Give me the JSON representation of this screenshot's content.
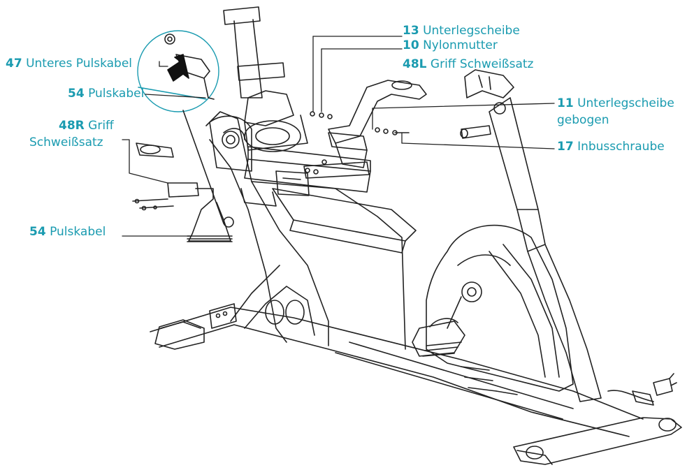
{
  "colors": {
    "label": "#1a9bb0",
    "line": "#222222"
  },
  "labels": {
    "l13": {
      "num": "13",
      "text": "Unterlegscheibe"
    },
    "l10": {
      "num": "10",
      "text": "Nylonmutter"
    },
    "l48L": {
      "num": "48L",
      "text": "Griff Schweißsatz"
    },
    "l11": {
      "num": "11",
      "text": "Unterlegscheibe",
      "text2": "gebogen"
    },
    "l17": {
      "num": "17",
      "text": "Inbusschraube"
    },
    "l47": {
      "num": "47",
      "text": "Unteres Pulskabel"
    },
    "l54a": {
      "num": "54",
      "text": "Pulskabel"
    },
    "l48R": {
      "num": "48R",
      "text": "Griff",
      "text2": "Schweißsatz"
    },
    "l54b": {
      "num": "54",
      "text": "Pulskabel"
    }
  }
}
